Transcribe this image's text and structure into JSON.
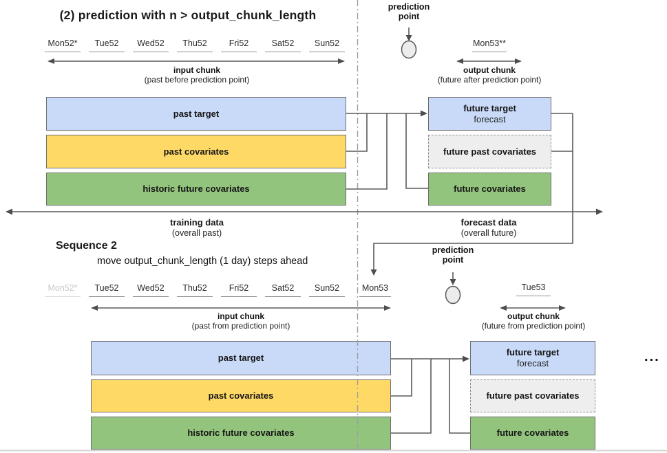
{
  "colors": {
    "box_blue": "#c9daf8",
    "box_yellow": "#ffd966",
    "box_green": "#93c47d",
    "box_gray_dashed": "#eeeeee",
    "connector": "#5a5a5a",
    "divider": "#9e9e9e",
    "day_underline": "#8f8f8f",
    "faded_day": "#c9c9c9"
  },
  "sequence1": {
    "title": "(2) prediction with n > output_chunk_length",
    "days": [
      "Mon52*",
      "Tue52",
      "Wed52",
      "Thu52",
      "Fri52",
      "Sat52",
      "Sun52"
    ],
    "input_chunk_label": "input chunk",
    "input_chunk_sub": "(past before prediction point)",
    "prediction_point_line1": "prediction",
    "prediction_point_line2": "point",
    "output_day": "Mon53**",
    "output_chunk_label": "output chunk",
    "output_chunk_sub": "(future after prediction point)",
    "boxes": {
      "past_target": "past target",
      "past_covariates": "past covariates",
      "historic_future_covariates": "historic future covariates",
      "future_target": "future target",
      "future_target_sub": "forecast",
      "future_past_covariates": "future past covariates",
      "future_covariates": "future covariates"
    }
  },
  "timeline": {
    "training_label": "training data",
    "training_sub": "(overall past)",
    "forecast_label": "forecast data",
    "forecast_sub": "(overall future)"
  },
  "sequence2": {
    "title": "Sequence 2",
    "subtitle": "move output_chunk_length (1 day) steps ahead",
    "faded_day": "Mon52*",
    "days": [
      "Tue52",
      "Wed52",
      "Thu52",
      "Fri52",
      "Sat52",
      "Sun52",
      "Mon53"
    ],
    "input_chunk_label": "input chunk",
    "input_chunk_sub": "(past from prediction point)",
    "prediction_point_line1": "prediction",
    "prediction_point_line2": "point",
    "output_day": "Tue53",
    "output_chunk_label": "output chunk",
    "output_chunk_sub": "(future from prediction point)",
    "boxes": {
      "past_target": "past target",
      "past_covariates": "past covariates",
      "historic_future_covariates": "historic future covariates",
      "future_target": "future target",
      "future_target_sub": "forecast",
      "future_past_covariates": "future past covariates",
      "future_covariates": "future covariates"
    }
  },
  "ellipsis": "..."
}
